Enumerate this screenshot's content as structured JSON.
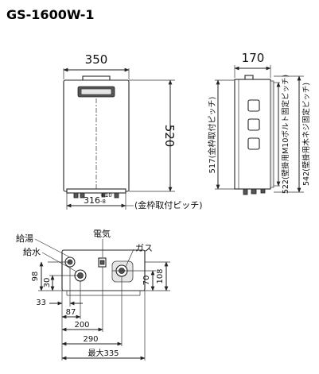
{
  "model": "GS-1600W-1",
  "front_view": {
    "width_dim": "350",
    "height_dim": "520",
    "pitch_dim": "316",
    "pitch_tol_upper": "+10",
    "pitch_tol_lower": "-8",
    "pitch_note": "(金枠取付ピッチ)"
  },
  "side_view": {
    "depth_dim": "170",
    "note_517": "517(金枠取付ピッチ)",
    "note_522": "522(壁掛用M10ボルト固定ピッチ)",
    "note_542": "542(壁掛用木ネジ固定ピッチ)"
  },
  "bottom_view": {
    "label_hot_water": "給湯",
    "label_water_supply": "給水",
    "label_electric": "電気",
    "label_gas": "ガス",
    "dim_98": "98",
    "dim_30": "30",
    "dim_70": "70",
    "dim_108": "108",
    "dim_33": "33",
    "dim_87": "87",
    "dim_200": "200",
    "dim_290": "290",
    "dim_max": "最大335"
  }
}
